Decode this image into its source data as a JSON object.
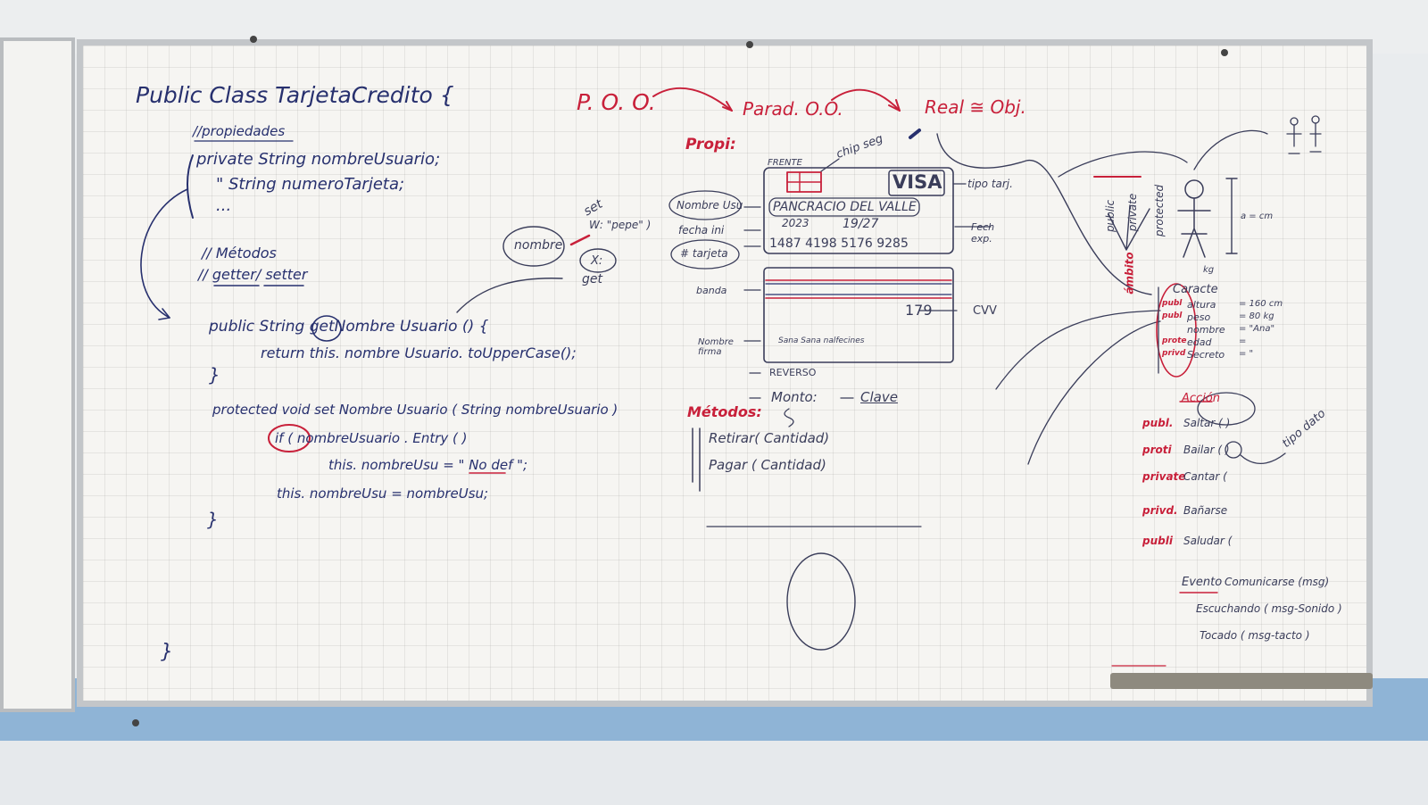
{
  "code": {
    "class_decl": "Public Class TarjetaCredito {",
    "props_comment": "//propiedades",
    "prop1": "private  String  nombreUsuario;",
    "prop2": "\"     String  numeroTarjeta;",
    "ellipsis": "...",
    "methods_comment": "// Métodos",
    "getter_setter": "// getter/ setter",
    "getter_sig": "public  String  getNombre Usuario () {",
    "getter_body": "return  this. nombre Usuario. toUpperCase();",
    "close1": "}",
    "setter_sig": "protected  void  set Nombre Usuario ( String  nombreUsuario )",
    "if_line": "if ( nombreUsuario . Entry ( )",
    "assign1": "this. nombreUsu = \" No def \";",
    "assign2": "this. nombreUsu = nombreUsu;",
    "close2": "}",
    "close3": "}"
  },
  "header": {
    "poo": "P. O. O.",
    "parad": "Parad. O.O.",
    "real": "Real ≅ Obj."
  },
  "card": {
    "propi": "Propi:",
    "frente": "FRENTE",
    "chip": "chip seg",
    "visa": "VISA",
    "tipo_tarj": "tipo tarj.",
    "name": "PANCRACIO  DEL  VALLE",
    "date1": "2023",
    "date2": "19/27",
    "number": "1487  4198  5176  9285",
    "fech_exp": "Fech\nexp.",
    "nombre_usu": "Nombre Usu",
    "fecha_ini": "fecha ini",
    "num_tarjeta": "# tarjeta",
    "banda": "banda",
    "cvv_num": "179",
    "cvv": "CVV",
    "nombre_firma": "Nombre\nfirma",
    "sign_text": "Sana Sana  nalfecines",
    "reverso": "REVERSO",
    "monto": "Monto:",
    "clave": "Clave",
    "metodos": "Métodos:",
    "retirar": "Retirar( Cantidad)",
    "pagar": "Pagar (  Cantidad)"
  },
  "get_set": {
    "set": "set",
    "w": "W: \"pepe\" )",
    "nombre": "nombre",
    "x": "X:",
    "get": "get"
  },
  "person": {
    "public": "public",
    "private": "private",
    "protected": "protected",
    "ambito": "ámbito",
    "altura_label": "a = cm",
    "kg": "kg",
    "caracte": "Caracte",
    "attrs": [
      {
        "mod": "publ",
        "name": "altura",
        "val": "= 160 cm"
      },
      {
        "mod": "publ",
        "name": "peso",
        "val": "= 80 kg"
      },
      {
        "mod": "",
        "name": "nombre",
        "val": "= \"Ana\""
      },
      {
        "mod": "prote",
        "name": "edad",
        "val": "="
      },
      {
        "mod": "privd",
        "name": "Secreto",
        "val": "= \""
      }
    ],
    "accion": "Acción",
    "actions": [
      {
        "mod": "publ.",
        "name": "Saltar ( )"
      },
      {
        "mod": "proti",
        "name": "Bailar ( )"
      },
      {
        "mod": "private",
        "name": "Cantar ("
      },
      {
        "mod": "privd.",
        "name": "Bañarse"
      },
      {
        "mod": "publi",
        "name": "Saludar ("
      }
    ],
    "tipo_dato": "tipo dato",
    "events": [
      {
        "name": "Evento",
        "text": "Comunicarse (msg)"
      },
      {
        "name": "",
        "text": "Escuchando ( msg-Sonido )"
      },
      {
        "name": "",
        "text": "Tocado ( msg-tacto )"
      }
    ]
  }
}
